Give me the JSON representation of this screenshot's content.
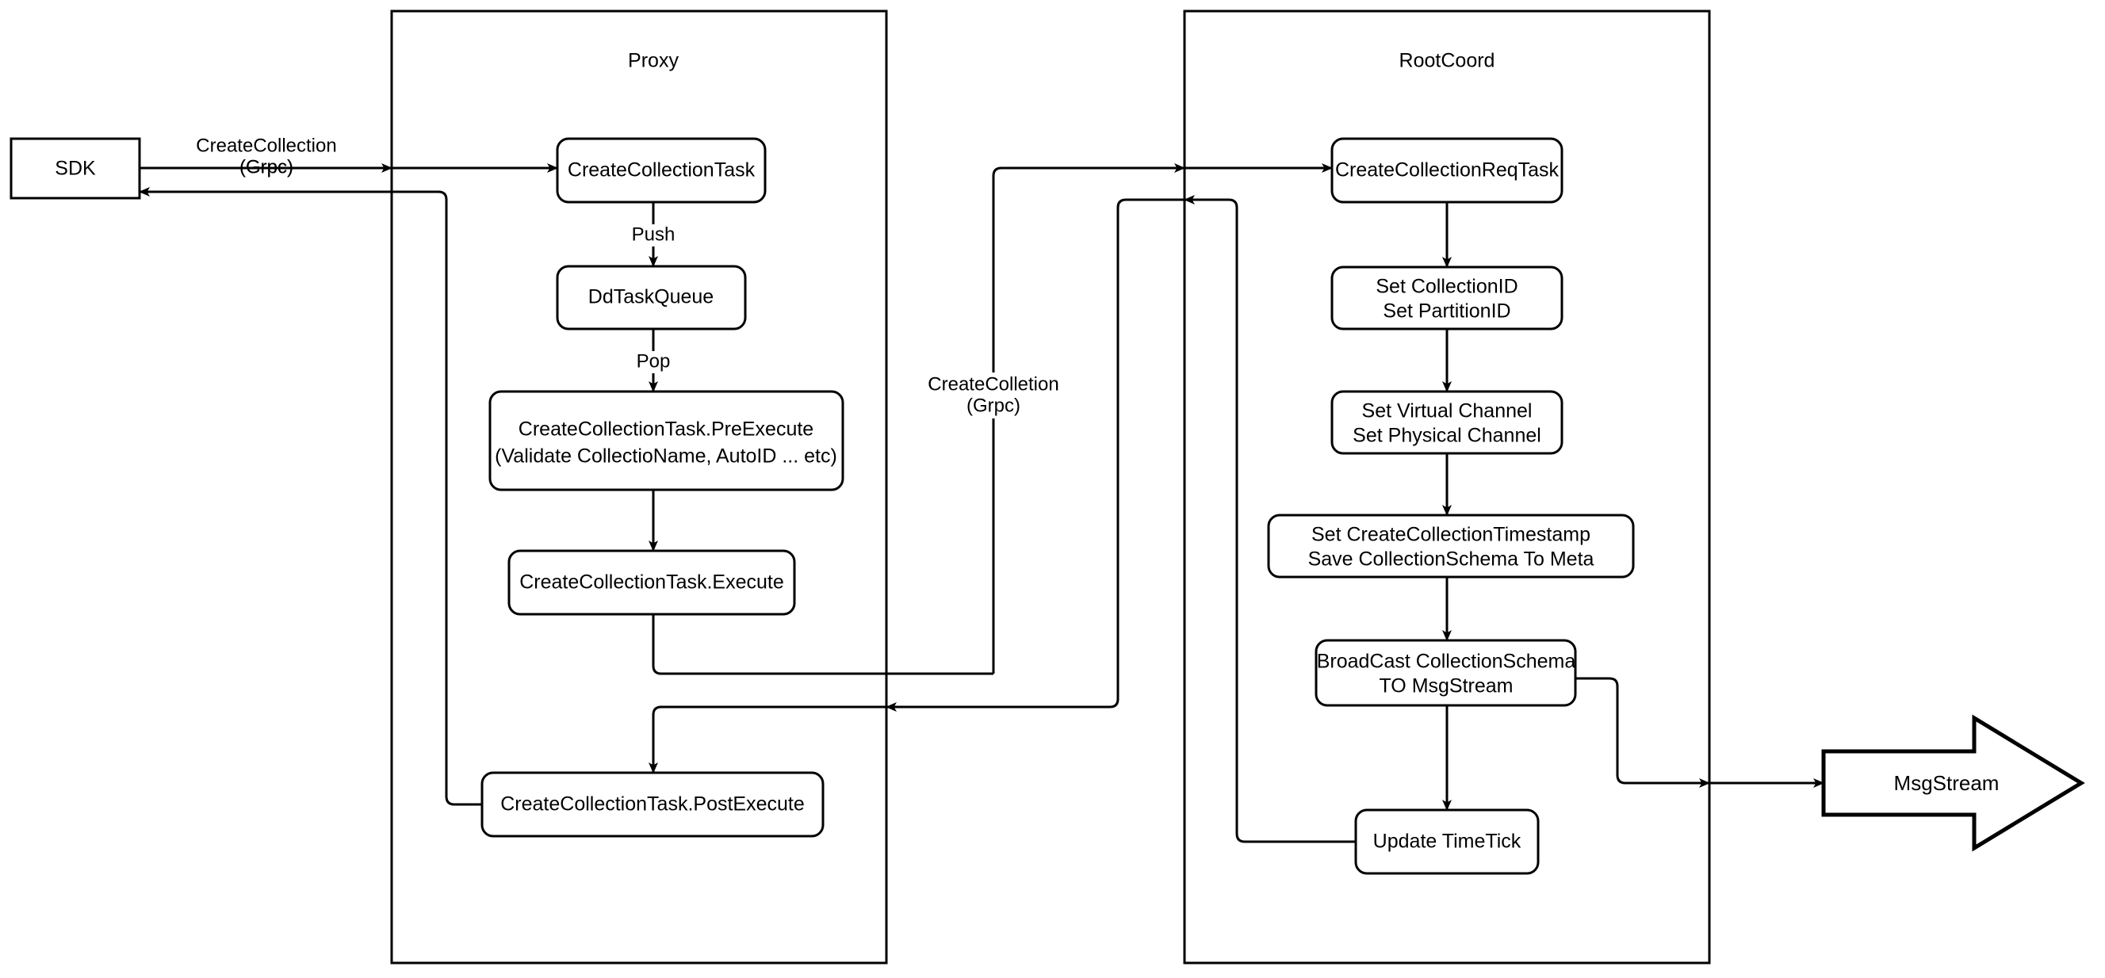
{
  "diagram": {
    "title": "CreateCollection flow",
    "colors": {
      "stroke": "#000000",
      "fill": "#ffffff"
    },
    "containers": [
      {
        "id": "proxy",
        "label": "Proxy"
      },
      {
        "id": "rootcoord",
        "label": "RootCoord"
      }
    ],
    "external": {
      "sdk": {
        "label": "SDK"
      },
      "msgstream": {
        "label": "MsgStream"
      }
    },
    "proxy_nodes": [
      {
        "id": "create-collection-task",
        "label": "CreateCollectionTask"
      },
      {
        "id": "dd-task-queue",
        "label": "DdTaskQueue"
      },
      {
        "id": "pre-execute",
        "line1": "CreateCollectionTask.PreExecute",
        "line2": "(Validate CollectioName, AutoID ... etc)"
      },
      {
        "id": "execute",
        "label": "CreateCollectionTask.Execute"
      },
      {
        "id": "post-execute",
        "label": "CreateCollectionTask.PostExecute"
      }
    ],
    "rootcoord_nodes": [
      {
        "id": "create-collection-req-task",
        "label": "CreateCollectionReqTask"
      },
      {
        "id": "set-ids",
        "line1": "Set CollectionID",
        "line2": "Set PartitionID"
      },
      {
        "id": "set-channels",
        "line1": "Set Virtual Channel",
        "line2": "Set Physical Channel"
      },
      {
        "id": "save-meta",
        "line1": "Set CreateCollectionTimestamp",
        "line2": "Save CollectionSchema To Meta"
      },
      {
        "id": "broadcast",
        "line1": "BroadCast CollectionSchema",
        "line2": "TO MsgStream"
      },
      {
        "id": "update-timetick",
        "label": "Update TimeTick"
      }
    ],
    "edge_labels": [
      {
        "id": "sdk-to-proxy",
        "line1": "CreateCollection",
        "line2": "(Grpc)"
      },
      {
        "id": "push",
        "label": "Push"
      },
      {
        "id": "pop",
        "label": "Pop"
      },
      {
        "id": "proxy-to-rootcoord",
        "line1": "CreateColletion",
        "line2": "(Grpc)"
      }
    ]
  }
}
